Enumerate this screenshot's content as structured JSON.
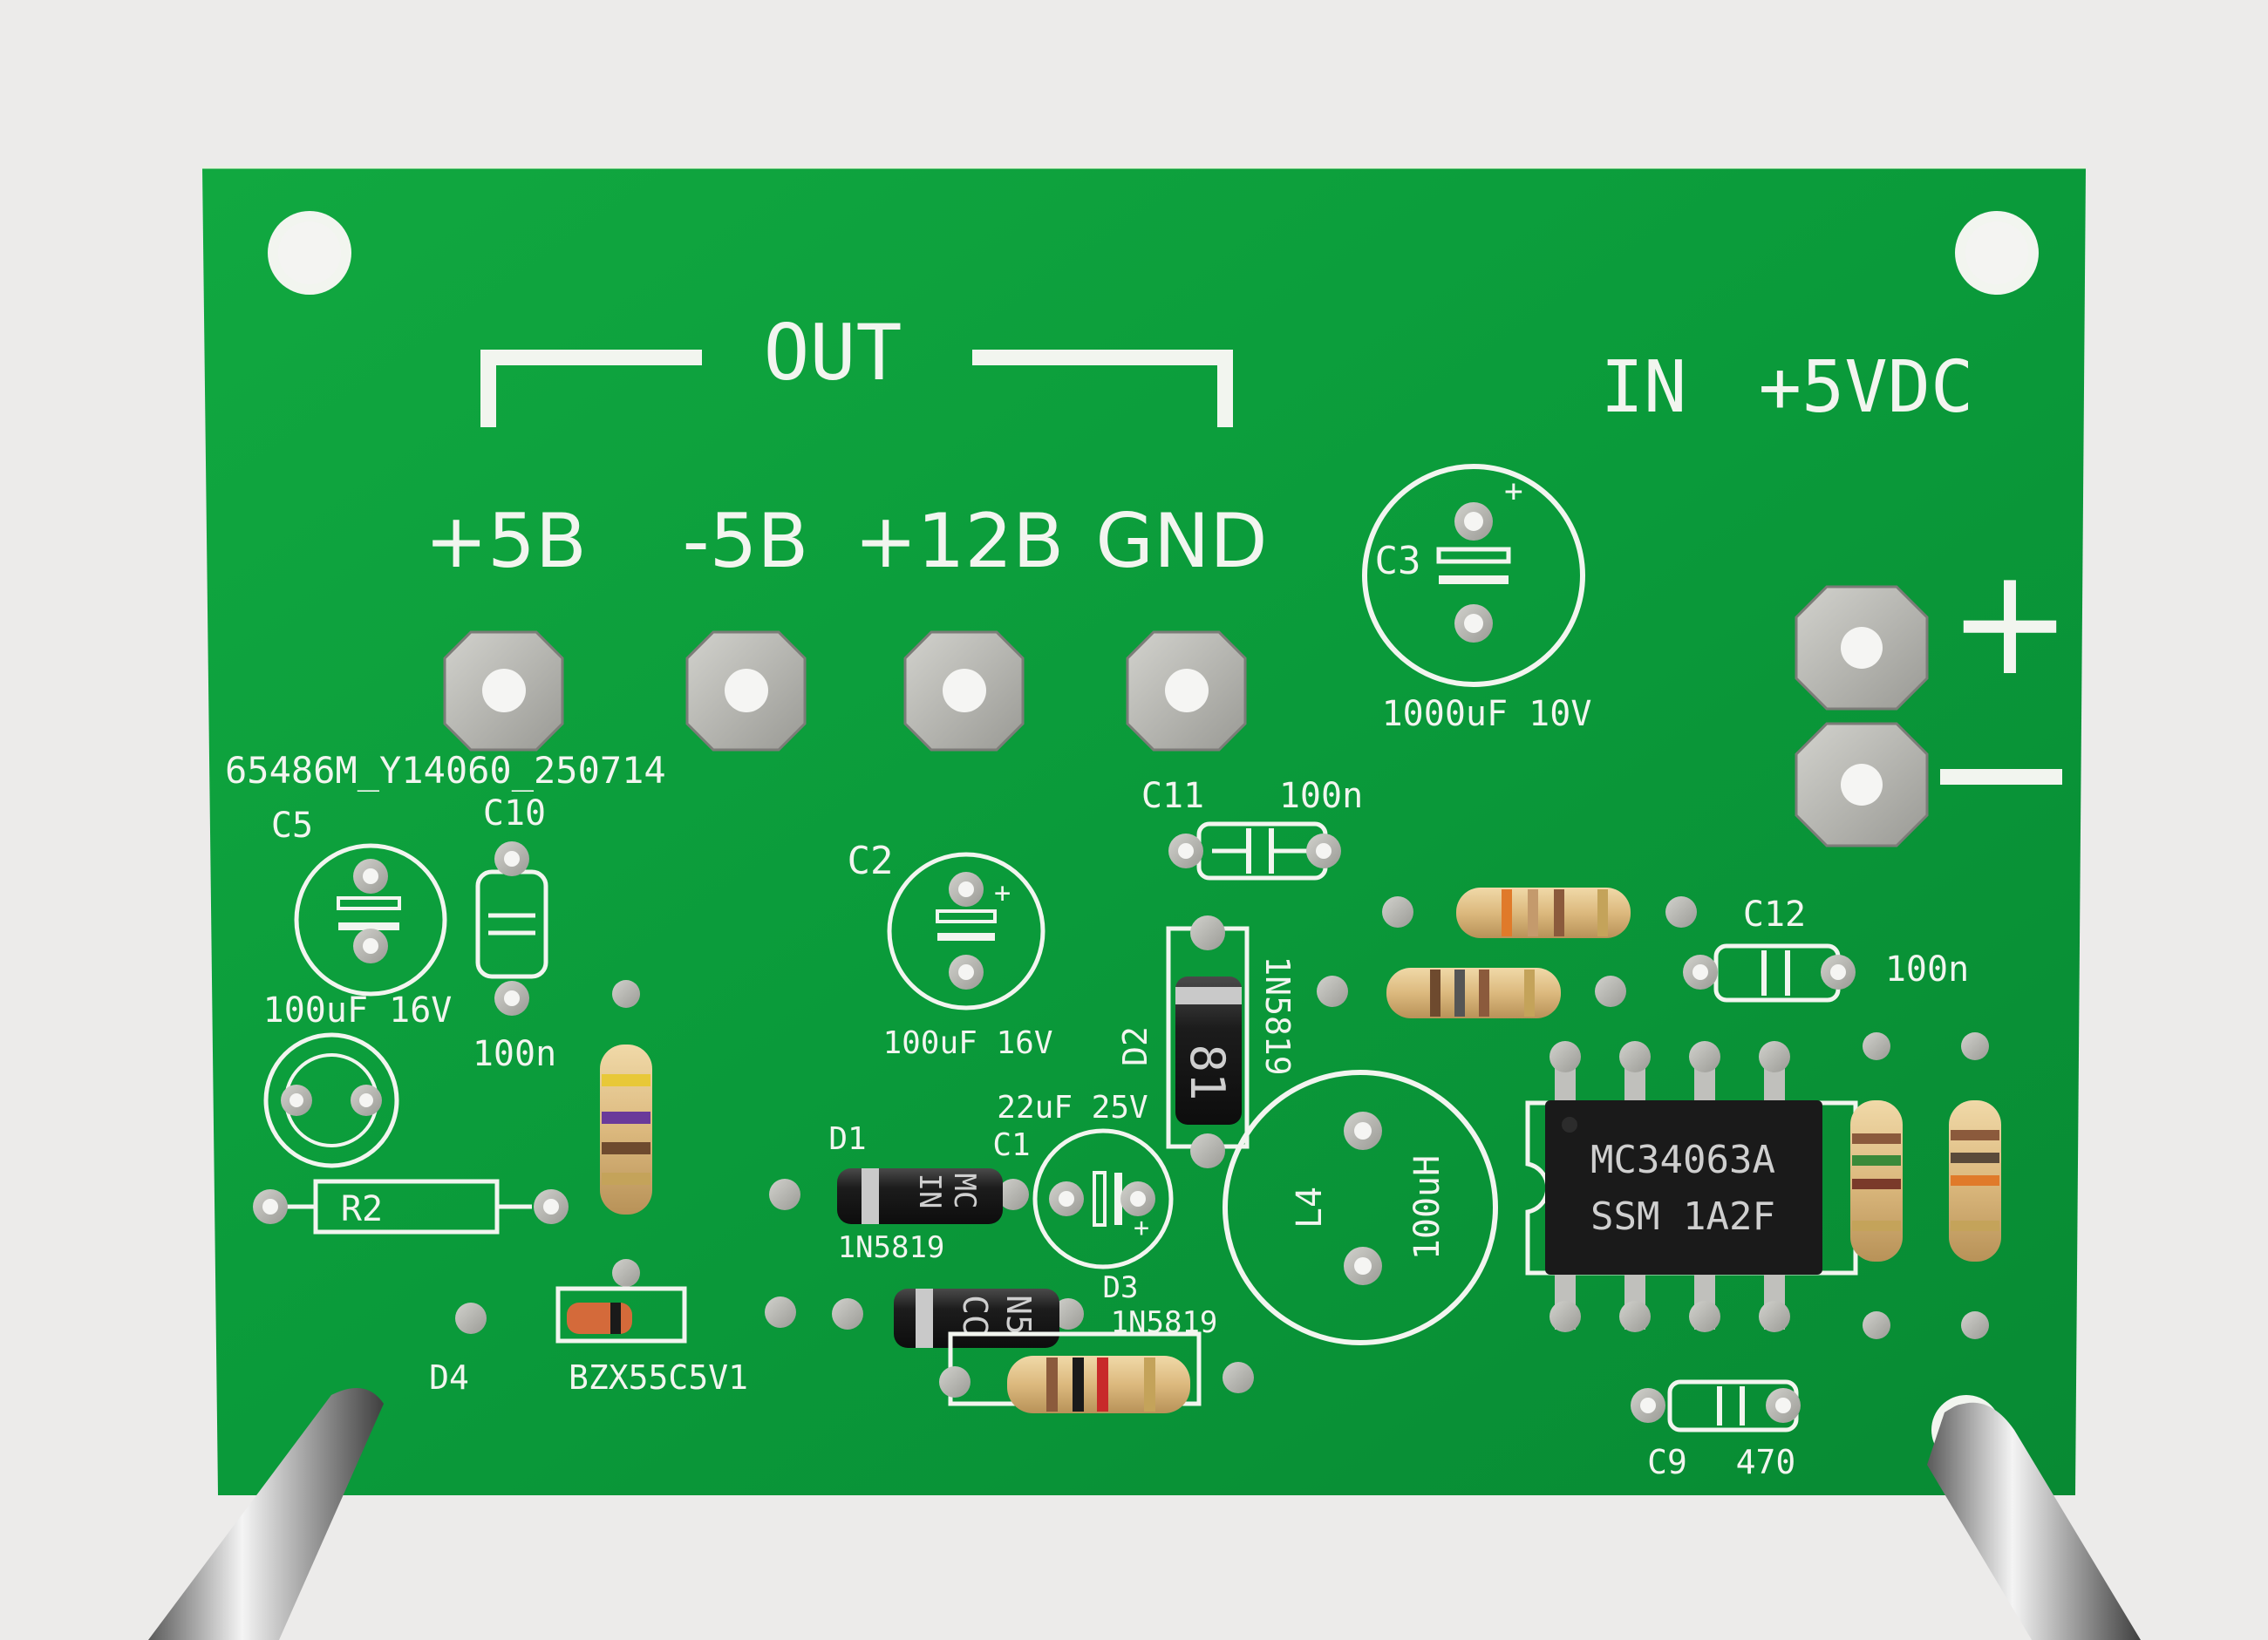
{
  "board": {
    "header_out": "OUT",
    "header_in": "IN",
    "header_supply": "+5VDC",
    "out_pins": [
      "+5B",
      "-5B",
      "+12B",
      "GND"
    ],
    "board_id": "65486M_Y14060_250714",
    "in_plus": "+",
    "in_minus": "—"
  },
  "components": {
    "c3_ref": "C3",
    "c3_value": "1000uF 10V",
    "c11_ref": "C11",
    "c11_value": "100n",
    "c5_ref": "C5",
    "c10_ref": "C10",
    "c5_value": "100uF 16V",
    "c10_value": "100n",
    "c2_ref": "C2",
    "c2_value": "100uF 16V",
    "c12_ref": "C12",
    "c12_value": "100n",
    "d2_ref": "D2",
    "d2_part": "1N5819",
    "c1_ref": "C1",
    "c1_value": "22uF 25V",
    "d1_ref": "D1",
    "d1_part": "1N5819",
    "d3_ref": "D3",
    "d3_part": "1N5819",
    "l4_ref": "L4",
    "l4_value": "100uH",
    "r2_ref": "R2",
    "d4_ref": "D4",
    "d4_part": "BZX55C5V1",
    "c9_ref": "C9",
    "c9_value": "470"
  },
  "chip_text": {
    "ic_line1": "MC34063A",
    "ic_line2": "SSM 1A2F",
    "d1_body_a": "MC",
    "d1_body_b": "IN",
    "d3_body_a": "CC",
    "d3_body_b": "N5",
    "d2_body": "81"
  },
  "colors": {
    "pcb": "#0a9a3a",
    "silkscreen": "#f2f5ef",
    "pad": "#b9b9b4",
    "background": "#ecebea"
  }
}
